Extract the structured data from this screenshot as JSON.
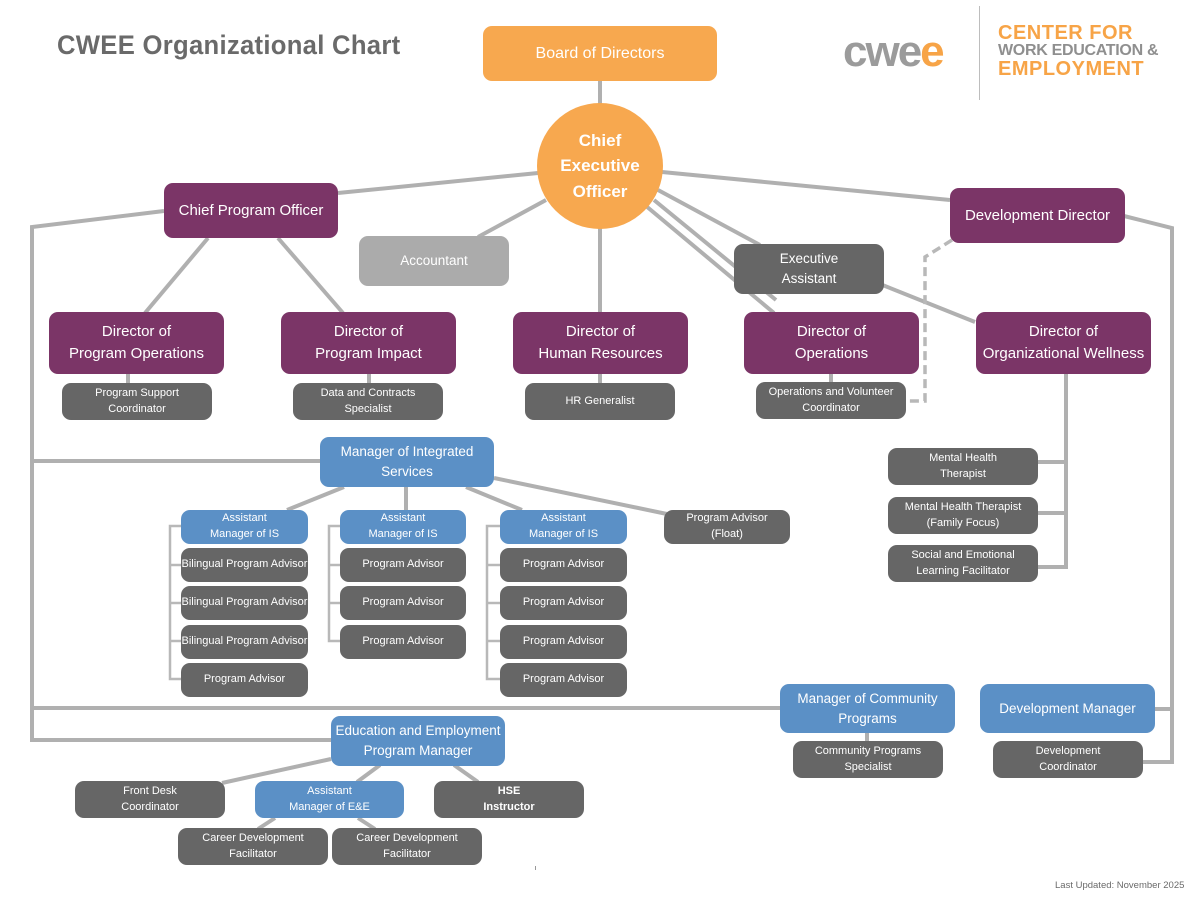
{
  "header": {
    "title": "CWEE Organizational Chart",
    "logo": {
      "wordmark_part1": "cwe",
      "wordmark_part2": "e",
      "line1": "CENTER FOR",
      "line2": "WORK EDUCATION &",
      "line3": "EMPLOYMENT"
    }
  },
  "colors": {
    "board_ceo": "#f7a84f",
    "executive": "#7b3567",
    "manager": "#5b90c6",
    "staff": "#666666",
    "support": "#ababab",
    "connector": "#b0b0b0"
  },
  "nodes": {
    "board": "Board of Directors",
    "ceo": "Chief\nExecutive\nOfficer",
    "cpo": "Chief Program Officer",
    "dev_director": "Development Director",
    "accountant": "Accountant",
    "exec_assistant": "Executive\nAssistant",
    "dir_prog_ops": "Director of\nProgram Operations",
    "dir_prog_impact": "Director of\nProgram Impact",
    "dir_hr": "Director of\nHuman Resources",
    "dir_ops": "Director of\nOperations",
    "dir_wellness": "Director of\nOrganizational Wellness",
    "prog_support": "Program Support\nCoordinator",
    "data_contracts": "Data and Contracts\nSpecialist",
    "hr_generalist": "HR Generalist",
    "ops_volunteer": "Operations and Volunteer\nCoordinator",
    "mgr_is": "Manager of Integrated\nServices",
    "asst_mgr_is_1": "Assistant\nManager of IS",
    "asst_mgr_is_2": "Assistant\nManager of IS",
    "asst_mgr_is_3": "Assistant\nManager of IS",
    "pa_float": "Program Advisor\n(Float)",
    "team1": [
      "Bilingual Program Advisor",
      "Bilingual Program Advisor",
      "Bilingual Program Advisor",
      "Program Advisor"
    ],
    "team2": [
      "Program Advisor",
      "Program Advisor",
      "Program Advisor"
    ],
    "team3": [
      "Program Advisor",
      "Program Advisor",
      "Program Advisor",
      "Program Advisor"
    ],
    "wellness_team": [
      "Mental Health\nTherapist",
      "Mental Health Therapist\n(Family Focus)",
      "Social and Emotional\nLearning Facilitator"
    ],
    "mgr_community": "Manager of Community\nPrograms",
    "community_specialist": "Community Programs\nSpecialist",
    "dev_manager": "Development Manager",
    "dev_coordinator": "Development\nCoordinator",
    "ee_manager": "Education and Employment\nProgram Manager",
    "front_desk": "Front Desk\nCoordinator",
    "asst_mgr_ee": "Assistant\nManager of E&E",
    "hse_instructor": "HSE\nInstructor",
    "career_dev_1": "Career Development\nFacilitator",
    "career_dev_2": "Career Development\nFacilitator"
  },
  "footer": {
    "last_updated": "Last Updated: November 2025"
  }
}
